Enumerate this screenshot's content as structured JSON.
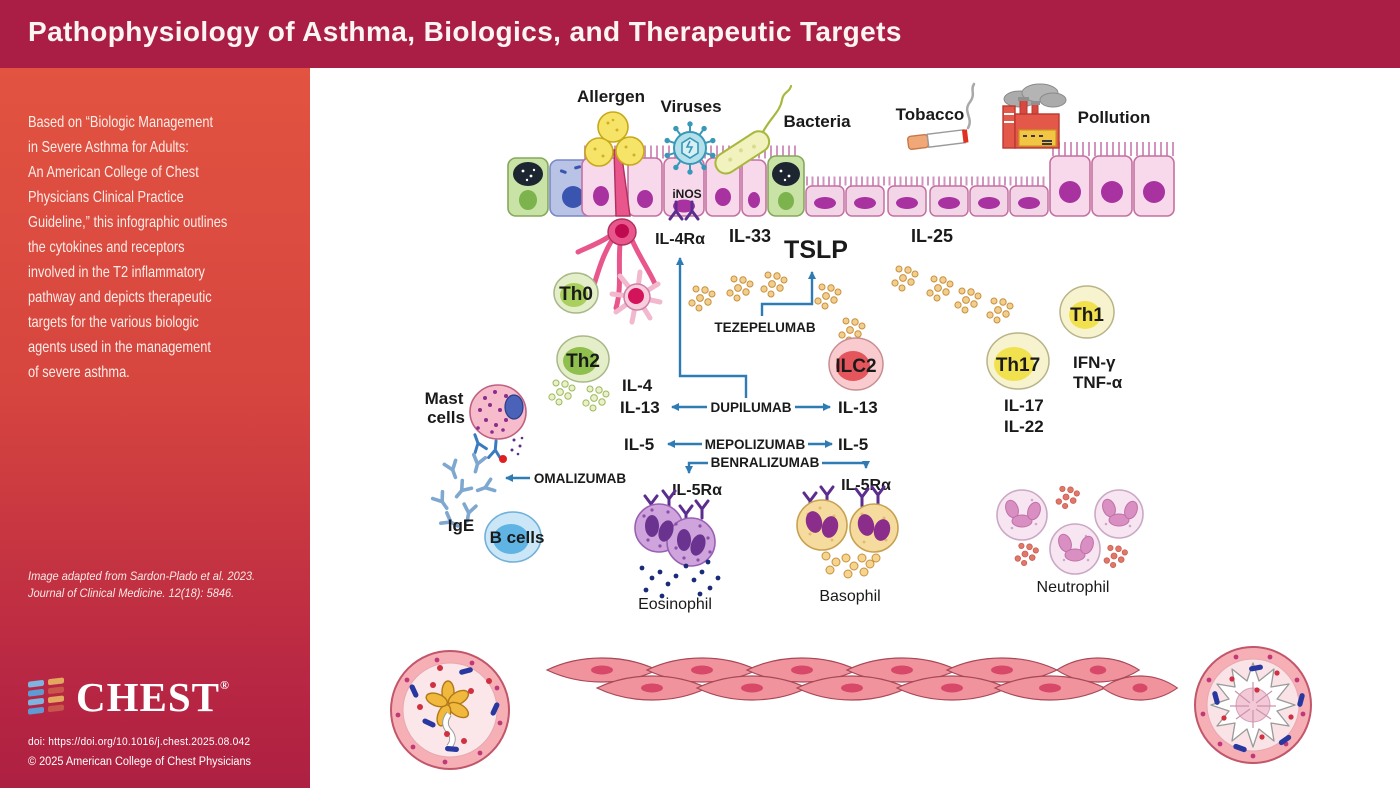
{
  "header": {
    "title": "Pathophysiology of Asthma, Biologics, and Therapeutic Targets"
  },
  "sidebar": {
    "description": "Based on “Biologic Management\nin Severe Asthma for Adults:\nAn American College of Chest\nPhysicians Clinical Practice\nGuideline,” this infographic outlines\nthe cytokines and receptors\ninvolved in the T2 inflammatory\npathway and depicts therapeutic\ntargets for the various biologic\nagents used in the management\nof severe asthma.",
    "credit": "Image adapted from Sardon-Plado et al. 2023.\nJournal of Clinical Medicine. 12(18): 5846.",
    "logo_text": "CHEST",
    "logo_reg": "®",
    "doi": "doi: https://doi.org/10.1016/j.chest.2025.08.042",
    "copyright": "© 2025 American College of Chest Physicians"
  },
  "diagram": {
    "triggers": {
      "allergen": "Allergen",
      "viruses": "Viruses",
      "bacteria": "Bacteria",
      "tobacco": "Tobacco",
      "pollution": "Pollution"
    },
    "epithelium": {
      "inos": "iNOS"
    },
    "alarmins": {
      "il33": "IL-33",
      "tslp": "TSLP",
      "il25": "IL-25"
    },
    "receptors": {
      "il4ra": "IL-4Rα",
      "il5ra_left": "IL-5Rα",
      "il5ra_right": "IL-5Rα"
    },
    "cytokines": {
      "il4": "IL-4",
      "il13_left": "IL-13",
      "il13_right": "IL-13",
      "il5_left": "IL-5",
      "il5_right": "IL-5",
      "ifn_gamma": "IFN-γ",
      "tnf_alpha": "TNF-α",
      "il17": "IL-17",
      "il22": "IL-22",
      "ige": "IgE"
    },
    "drugs": {
      "tezepelumab": "TEZEPELUMAB",
      "dupilumab": "DUPILUMAB",
      "mepolizumab": "MEPOLIZUMAB",
      "benralizumab": "BENRALIZUMAB",
      "omalizumab": "OMALIZUMAB"
    },
    "cells": {
      "th0": "Th0",
      "th2": "Th2",
      "th1": "Th1",
      "th17": "Th17",
      "ilc2": "ILC2",
      "mast_line1": "Mast",
      "mast_line2": "cells",
      "b_cells": "B cells",
      "eosinophil": "Eosinophil",
      "basophil": "Basophil",
      "neutrophil": "Neutrophil"
    },
    "colors": {
      "titlebar": "#AA1E46",
      "sidebar_top": "#E25340",
      "sidebar_bottom": "#AE2042",
      "drug_label": "#B5123B",
      "arrow_blue": "#2F7CB5",
      "inos_red": "#EE1C25"
    }
  }
}
